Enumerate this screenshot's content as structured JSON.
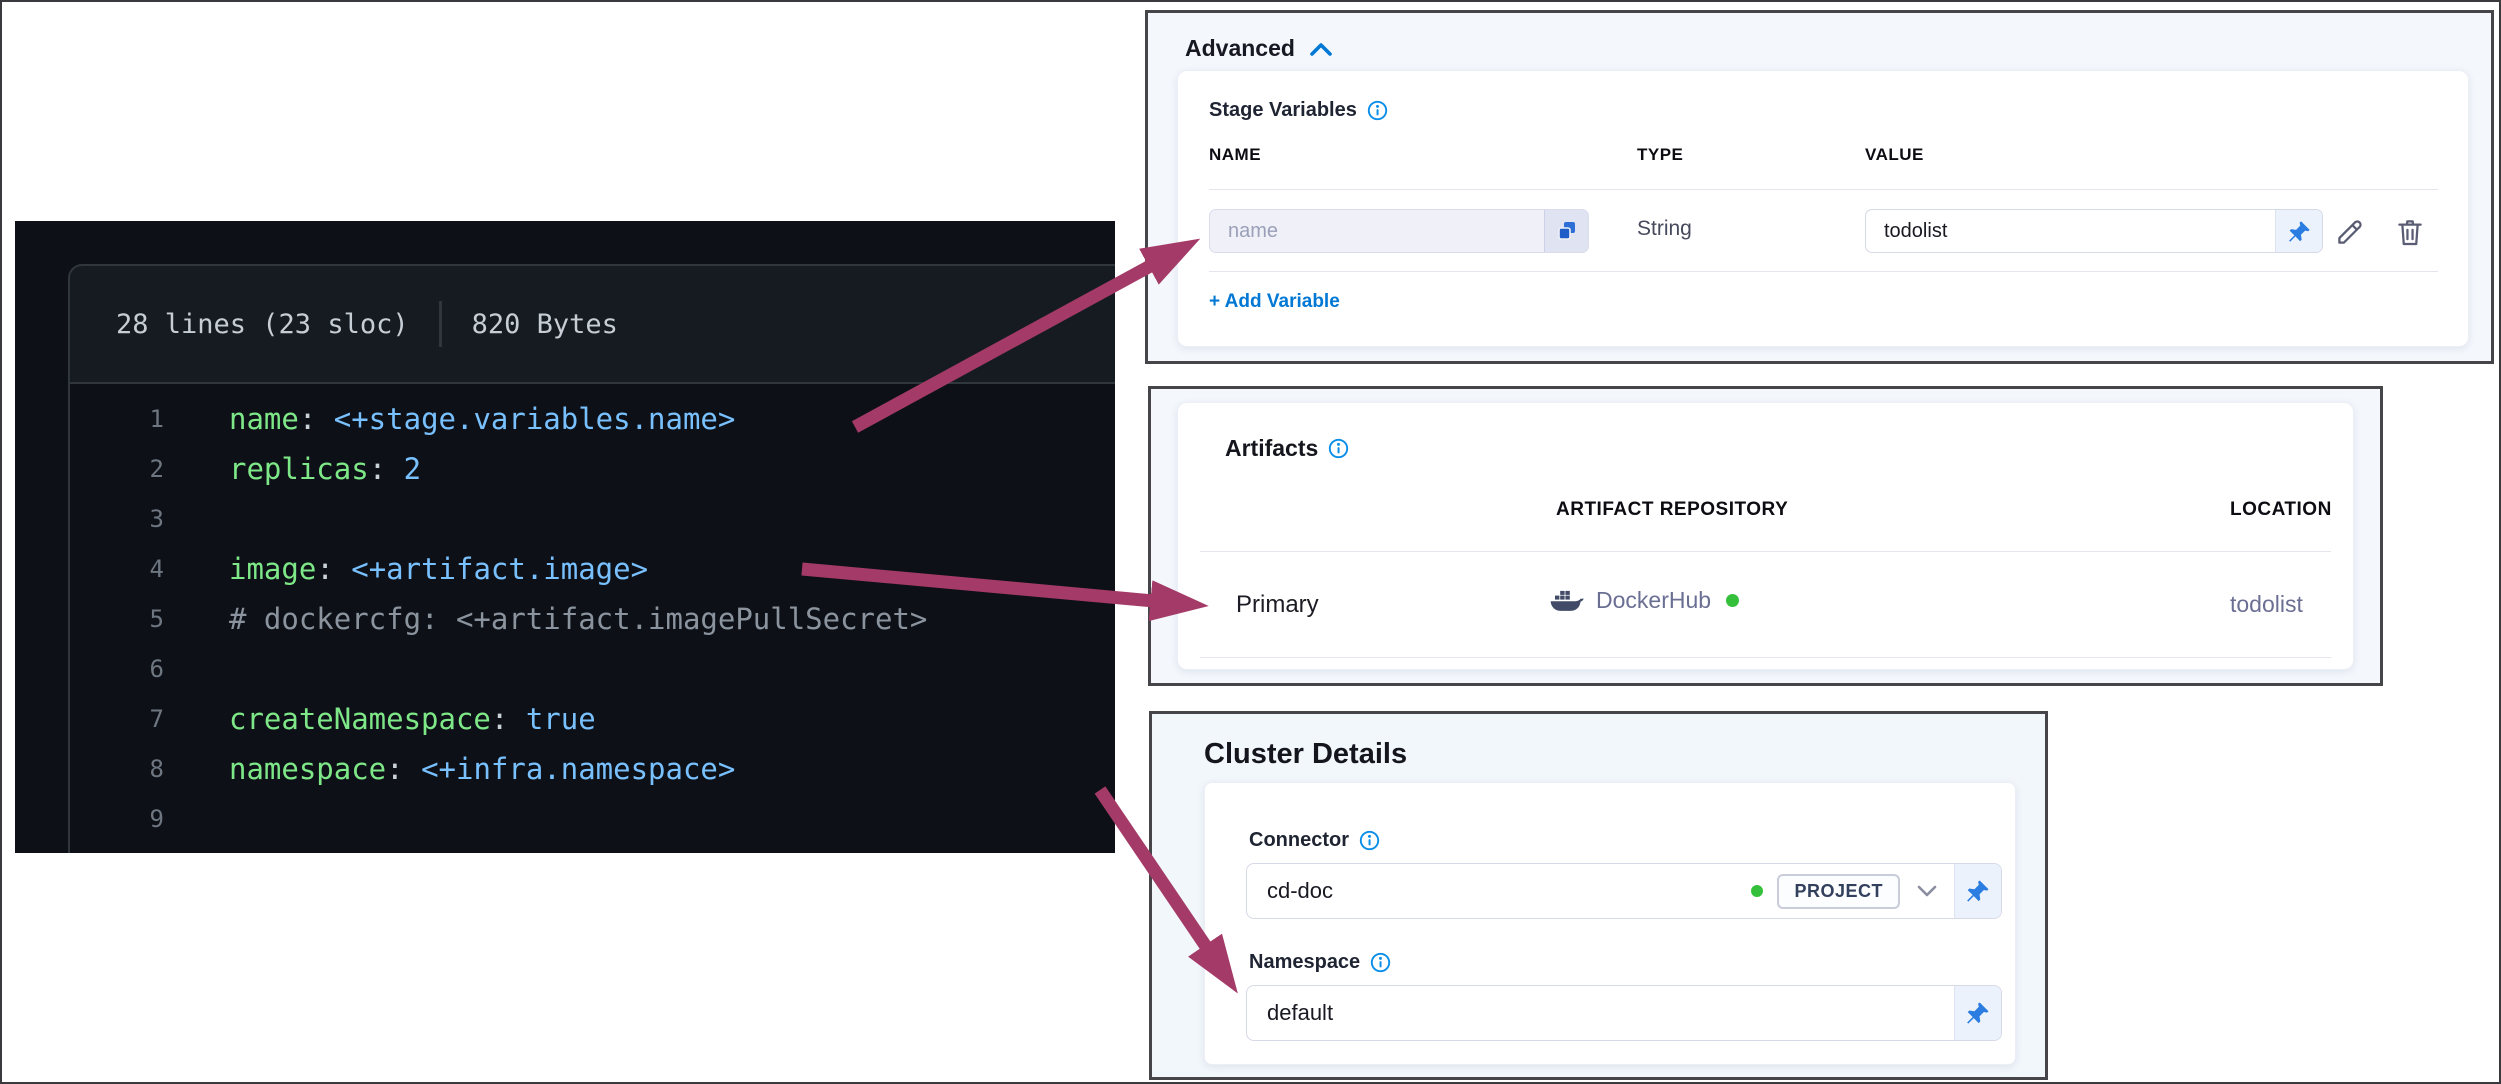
{
  "code": {
    "meta_lines": "28 lines (23 sloc)",
    "meta_size": "820 Bytes",
    "lines": [
      {
        "n": "1",
        "parts": [
          [
            "k",
            "name"
          ],
          [
            "p",
            ": "
          ],
          [
            "v",
            "<+stage.variables.name>"
          ]
        ]
      },
      {
        "n": "2",
        "parts": [
          [
            "k",
            "replicas"
          ],
          [
            "p",
            ": "
          ],
          [
            "v",
            "2"
          ]
        ]
      },
      {
        "n": "3",
        "parts": []
      },
      {
        "n": "4",
        "parts": [
          [
            "k",
            "image"
          ],
          [
            "p",
            ": "
          ],
          [
            "v",
            "<+artifact.image>"
          ]
        ]
      },
      {
        "n": "5",
        "parts": [
          [
            "c",
            "# dockercfg: <+artifact.imagePullSecret>"
          ]
        ]
      },
      {
        "n": "6",
        "parts": []
      },
      {
        "n": "7",
        "parts": [
          [
            "k",
            "createNamespace"
          ],
          [
            "p",
            ": "
          ],
          [
            "v",
            "true"
          ]
        ]
      },
      {
        "n": "8",
        "parts": [
          [
            "k",
            "namespace"
          ],
          [
            "p",
            ": "
          ],
          [
            "v",
            "<+infra.namespace>"
          ]
        ]
      },
      {
        "n": "9",
        "parts": []
      }
    ]
  },
  "advanced": {
    "title": "Advanced",
    "stage_variables_label": "Stage Variables",
    "columns": {
      "name": "NAME",
      "type": "TYPE",
      "value": "VALUE"
    },
    "row": {
      "name_placeholder": "name",
      "type": "String",
      "value": "todolist"
    },
    "add_variable": "+ Add Variable"
  },
  "artifacts": {
    "title": "Artifacts",
    "columns": {
      "repository": "ARTIFACT REPOSITORY",
      "location": "LOCATION"
    },
    "row": {
      "label": "Primary",
      "repository": "DockerHub",
      "location": "todolist"
    }
  },
  "cluster": {
    "title": "Cluster Details",
    "connector_label": "Connector",
    "connector_value": "cd-doc",
    "connector_scope": "PROJECT",
    "namespace_label": "Namespace",
    "namespace_value": "default"
  },
  "colors": {
    "accent_blue": "#0278d5",
    "arrow_magenta": "#a43a67",
    "status_green": "#35c03c",
    "code_key_green": "#7ee787",
    "code_value_blue": "#79c0ff",
    "code_comment_gray": "#8b949e",
    "code_bg": "#0d1117"
  }
}
